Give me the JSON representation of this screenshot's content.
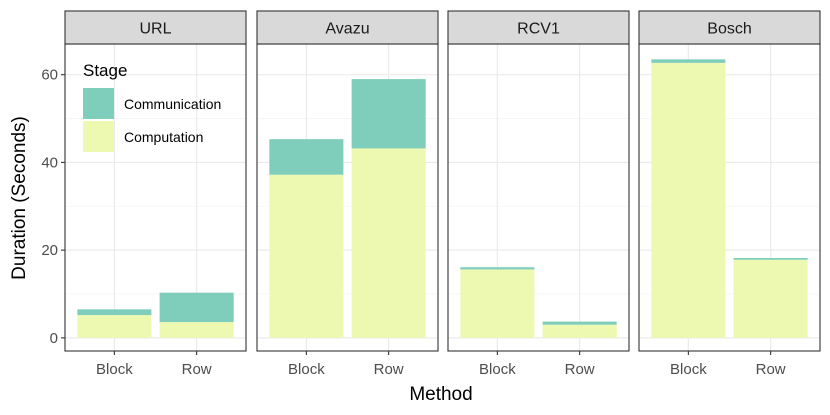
{
  "chart_data": {
    "type": "bar",
    "stacked": true,
    "facets": [
      "URL",
      "Avazu",
      "RCV1",
      "Bosch"
    ],
    "categories": [
      "Block",
      "Row"
    ],
    "series": [
      {
        "name": "Computation",
        "color": "#edf8b1",
        "values": {
          "URL": [
            5.2,
            3.6
          ],
          "Avazu": [
            37.2,
            43.2
          ],
          "RCV1": [
            15.6,
            3.0
          ],
          "Bosch": [
            62.7,
            17.8
          ]
        }
      },
      {
        "name": "Communication",
        "color": "#7fcdbb",
        "values": {
          "URL": [
            1.3,
            6.7
          ],
          "Avazu": [
            8.1,
            15.8
          ],
          "RCV1": [
            0.5,
            0.7
          ],
          "Bosch": [
            0.8,
            0.4
          ]
        }
      }
    ],
    "xlabel": "Method",
    "ylabel": "Duration (Seconds)",
    "ylim": [
      -3,
      67
    ],
    "yticks": [
      0,
      20,
      40,
      60
    ],
    "grid": true,
    "legend": {
      "title": "Stage",
      "placement": "inside top-left",
      "entries": [
        "Communication",
        "Computation"
      ]
    },
    "colors": {
      "strip_background": "#d9d9d9",
      "panel_border": "#333333",
      "grid_major": "#ebebeb",
      "grid_minor": "#f5f5f5"
    }
  }
}
